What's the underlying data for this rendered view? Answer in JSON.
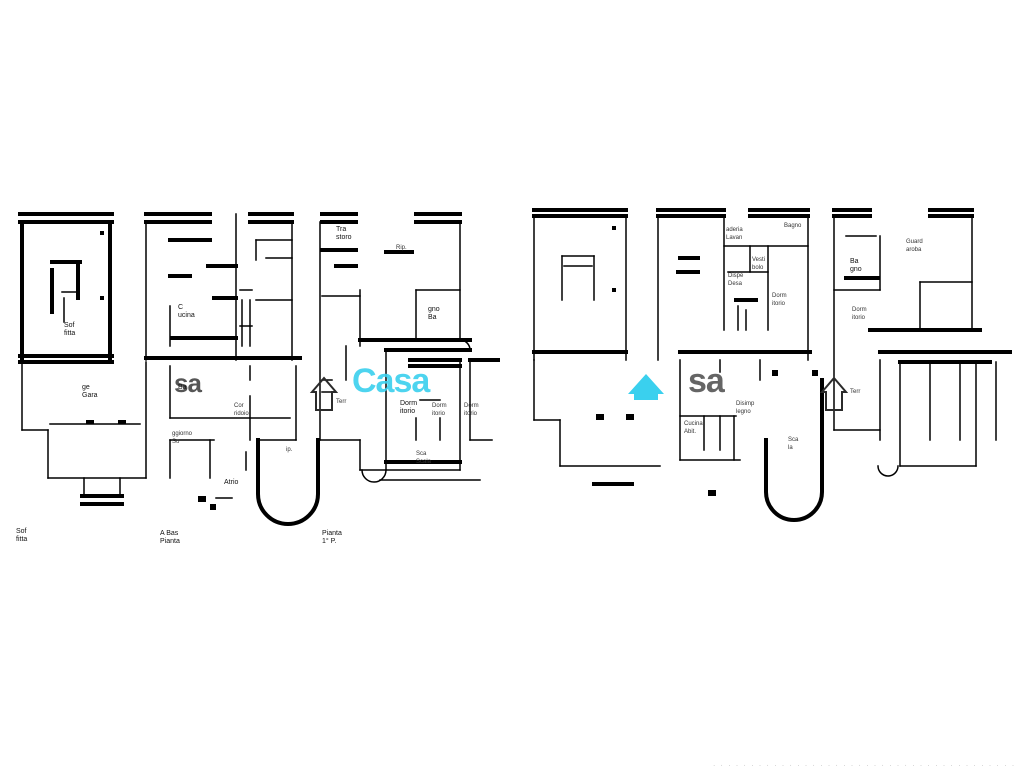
{
  "labels_left": {
    "soffitta_1": "Sof\nfitta",
    "garage": "ge\nGara",
    "cucina": "C\nucina",
    "bagno_1": "Ba",
    "corridoio": "Cor\nridoio",
    "soggiorno": "ggiorno\nSo",
    "atrio": "Atrio",
    "ripostiglio": "ip.",
    "trista": "Tra\nstoro",
    "ripostiglio_2": "Rip.",
    "bagno_2": "gno\nBa",
    "terr": "Terr",
    "dorm_1": "Dorm\nitorio",
    "dorm_2": "Dorm\nitorio",
    "dorm_3": "Dorm\nitorio",
    "scala": "Sca\nScala",
    "piano_soffitta": "Sof\nfitta",
    "piano_terra": "A Bas\nPianta",
    "piano_primo": "Pianta\n1° P."
  },
  "labels_right": {
    "lavanderia": "aderia\nLavan",
    "bagno_a": "Bagno",
    "vestibolo": "Vesti\nbolo",
    "dispensa": "Dispe\nDesa",
    "dorm_r": "Dorm\nitorio",
    "bagno_r": "Ba\ngno",
    "guardaroba": "Guard\naroba",
    "dorm_r2": "Dorm\nitorio",
    "terr_r": "Terr",
    "cucina_r": "Cucina\nAbit.",
    "scala_r": "Sca\nla",
    "disimp": "Disimp\nlegno"
  },
  "watermark": {
    "brand": "Casa",
    "brand_partial": "sa",
    "color_primary": "#3ad0ee",
    "color_secondary": "#2b2b2b"
  }
}
